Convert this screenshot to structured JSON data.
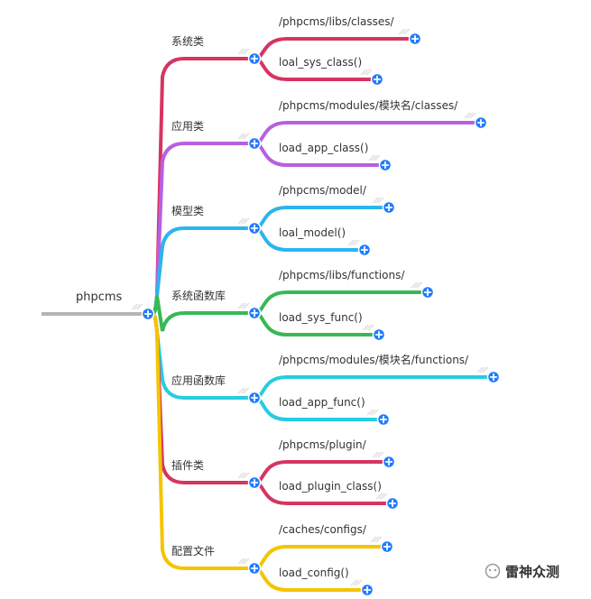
{
  "root": {
    "label": "phpcms"
  },
  "categories": [
    {
      "label": "系统类",
      "color": "#d63461",
      "children": [
        "/phpcms/libs/classes/",
        "loal_sys_class()"
      ]
    },
    {
      "label": "应用类",
      "color": "#b85fe0",
      "children": [
        "/phpcms/modules/模块名/classes/",
        "load_app_class()"
      ]
    },
    {
      "label": "模型类",
      "color": "#2bb5ef",
      "children": [
        "/phpcms/model/",
        "loal_model()"
      ]
    },
    {
      "label": "系统函数库",
      "color": "#37b955",
      "children": [
        "/phpcms/libs/functions/",
        "load_sys_func()"
      ]
    },
    {
      "label": "应用函数库",
      "color": "#26cde0",
      "children": [
        "/phpcms/modules/模块名/functions/",
        "load_app_func()"
      ]
    },
    {
      "label": "插件类",
      "color": "#d63461",
      "children": [
        "/phpcms/plugin/",
        "load_plugin_class()"
      ]
    },
    {
      "label": "配置文件",
      "color": "#f5c400",
      "children": [
        "/caches/configs/",
        "load_config()"
      ]
    }
  ],
  "colors": {
    "root_line": "#b4b4b4",
    "node_button": "#1f7bff"
  },
  "watermark": {
    "text": "雷神众测"
  }
}
